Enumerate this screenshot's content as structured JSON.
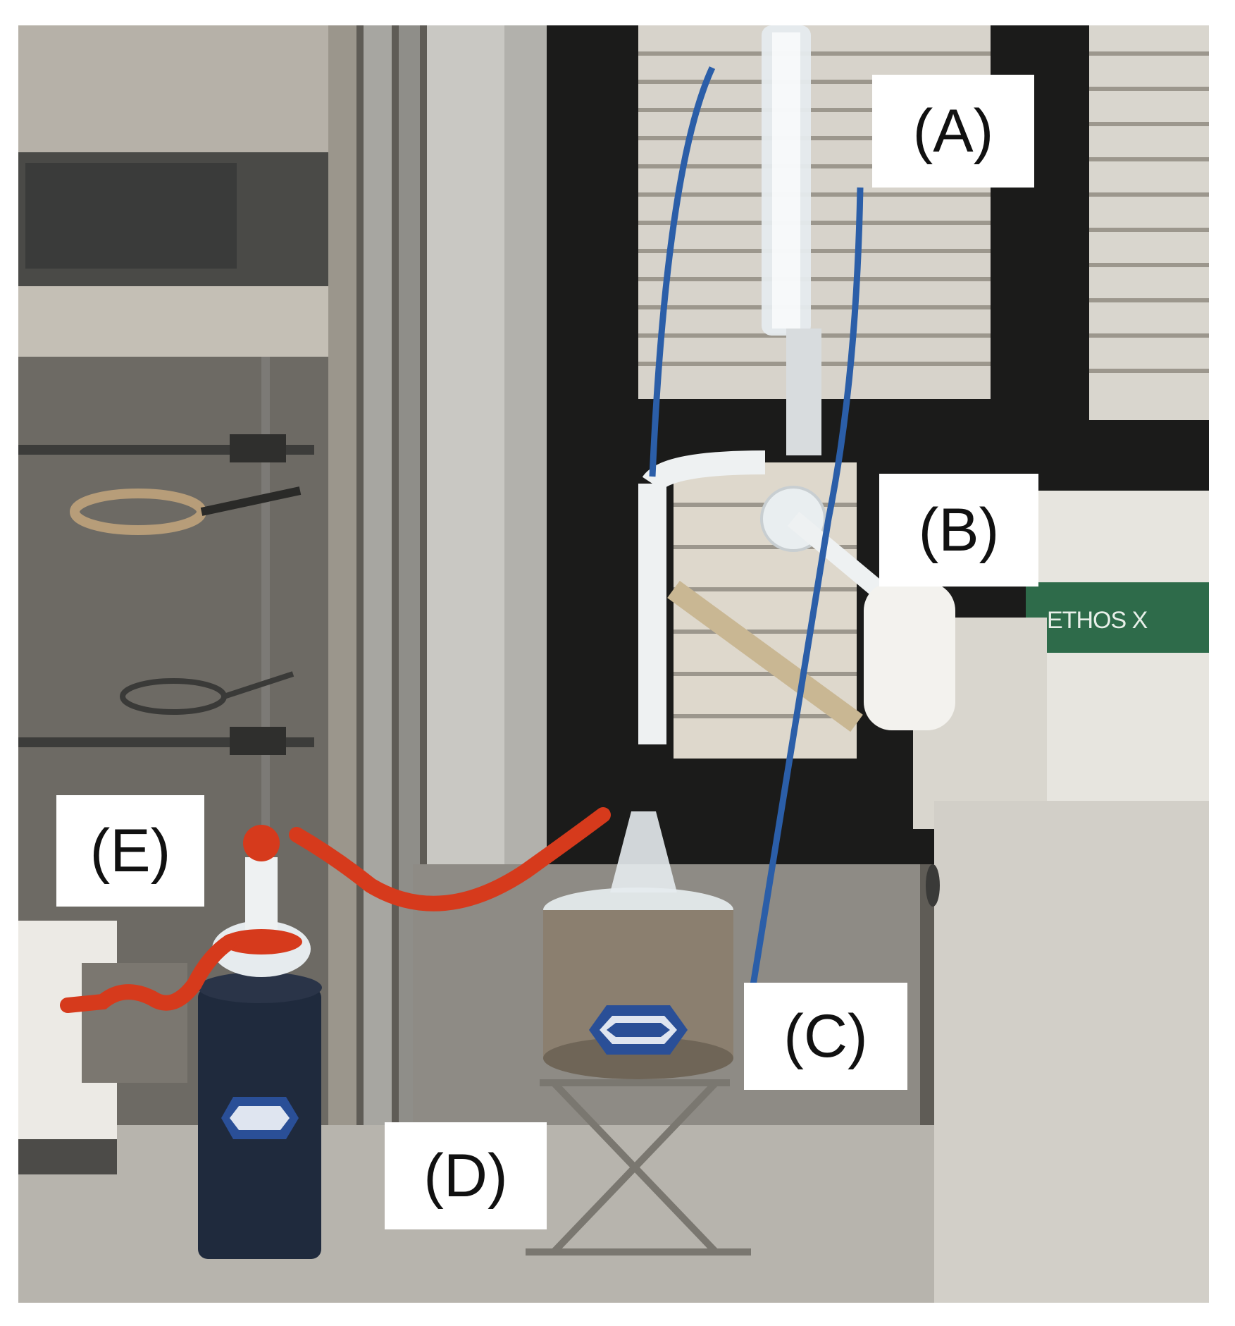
{
  "labels": {
    "a": "(A)",
    "b": "(B)",
    "c": "(C)",
    "d": "(D)",
    "e": "(E)"
  },
  "device": {
    "brand": "ETHOS X"
  },
  "colors": {
    "tubing_red": "#d63a1c",
    "tubing_blue": "#2b5ea8",
    "device_green": "#2e6b4a"
  }
}
